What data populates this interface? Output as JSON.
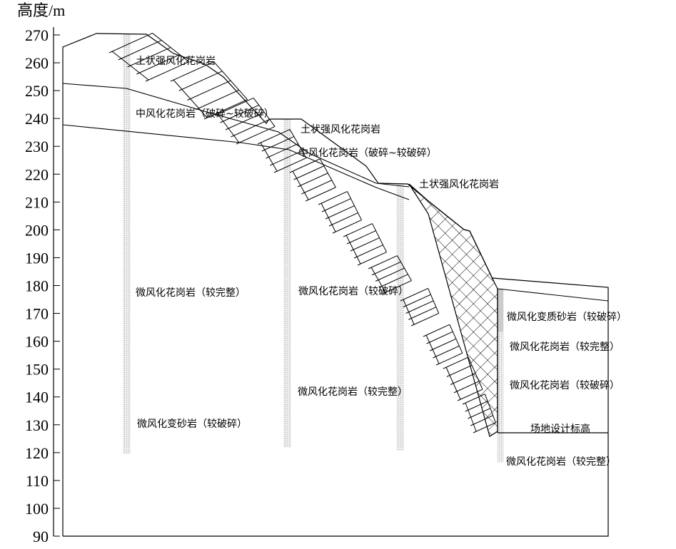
{
  "axis": {
    "title": "高度/m",
    "ticks": [
      "270",
      "260",
      "250",
      "240",
      "230",
      "220",
      "210",
      "200",
      "190",
      "180",
      "170",
      "160",
      "150",
      "140",
      "130",
      "120",
      "110",
      "100",
      "90"
    ]
  },
  "labels": {
    "l1": "土状强风化花岗岩",
    "l2": "中风化花岗岩（破碎~较破碎）",
    "l3": "土状强风化花岗岩",
    "l4": "中风化花岗岩（破碎~较破碎）",
    "l5": "土状强风化花岗岩",
    "l6": "微风化花岗岩（较完整）",
    "l7": "微风化花岗岩（较破碎）",
    "l8": "微风化花岗岩（较完整）",
    "l9": "微风化变砂岩（较破碎）",
    "l10": "微风化变质砂岩（较破碎）",
    "l11": "微风化花岗岩（较完整）",
    "l12": "微风化花岗岩（较破碎）",
    "l13": "场地设计标高",
    "l14": "微风化花岗岩（较完整）"
  }
}
